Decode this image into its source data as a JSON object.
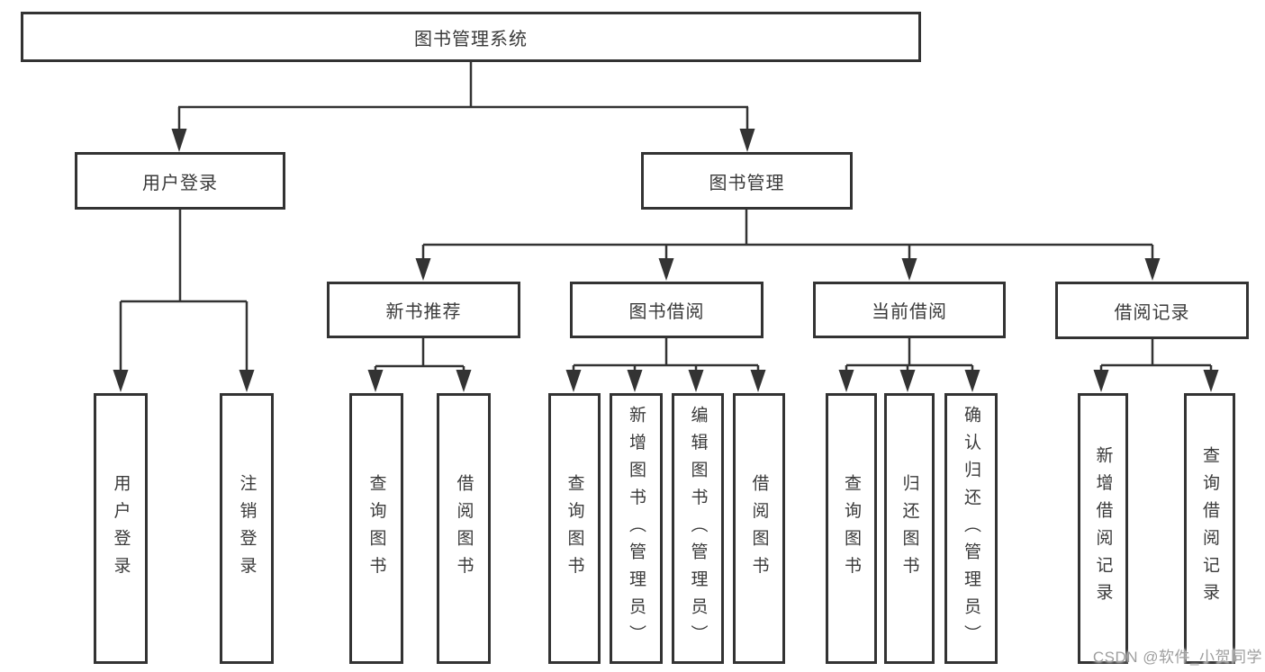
{
  "tree": {
    "root": "图书管理系统",
    "children": [
      {
        "label": "用户登录",
        "children": [
          "用户登录",
          "注销登录"
        ]
      },
      {
        "label": "图书管理",
        "children": [
          {
            "label": "新书推荐",
            "children": [
              "查询图书",
              "借阅图书"
            ]
          },
          {
            "label": "图书借阅",
            "children": [
              "查询图书",
              "新增图书（管理员）",
              "编辑图书（管理员）",
              "借阅图书"
            ]
          },
          {
            "label": "当前借阅",
            "children": [
              "查询图书",
              "归还图书",
              "确认归还（管理员）"
            ]
          },
          {
            "label": "借阅记录",
            "children": [
              "新增借阅记录",
              "查询借阅记录"
            ]
          }
        ]
      }
    ]
  },
  "watermark": "CSDN @软件_小贺同学",
  "colors": {
    "line": "#333333",
    "box_border": "#333333",
    "text": "#3a3a3a",
    "watermark": "#9e9e9e",
    "background": "#ffffff"
  }
}
